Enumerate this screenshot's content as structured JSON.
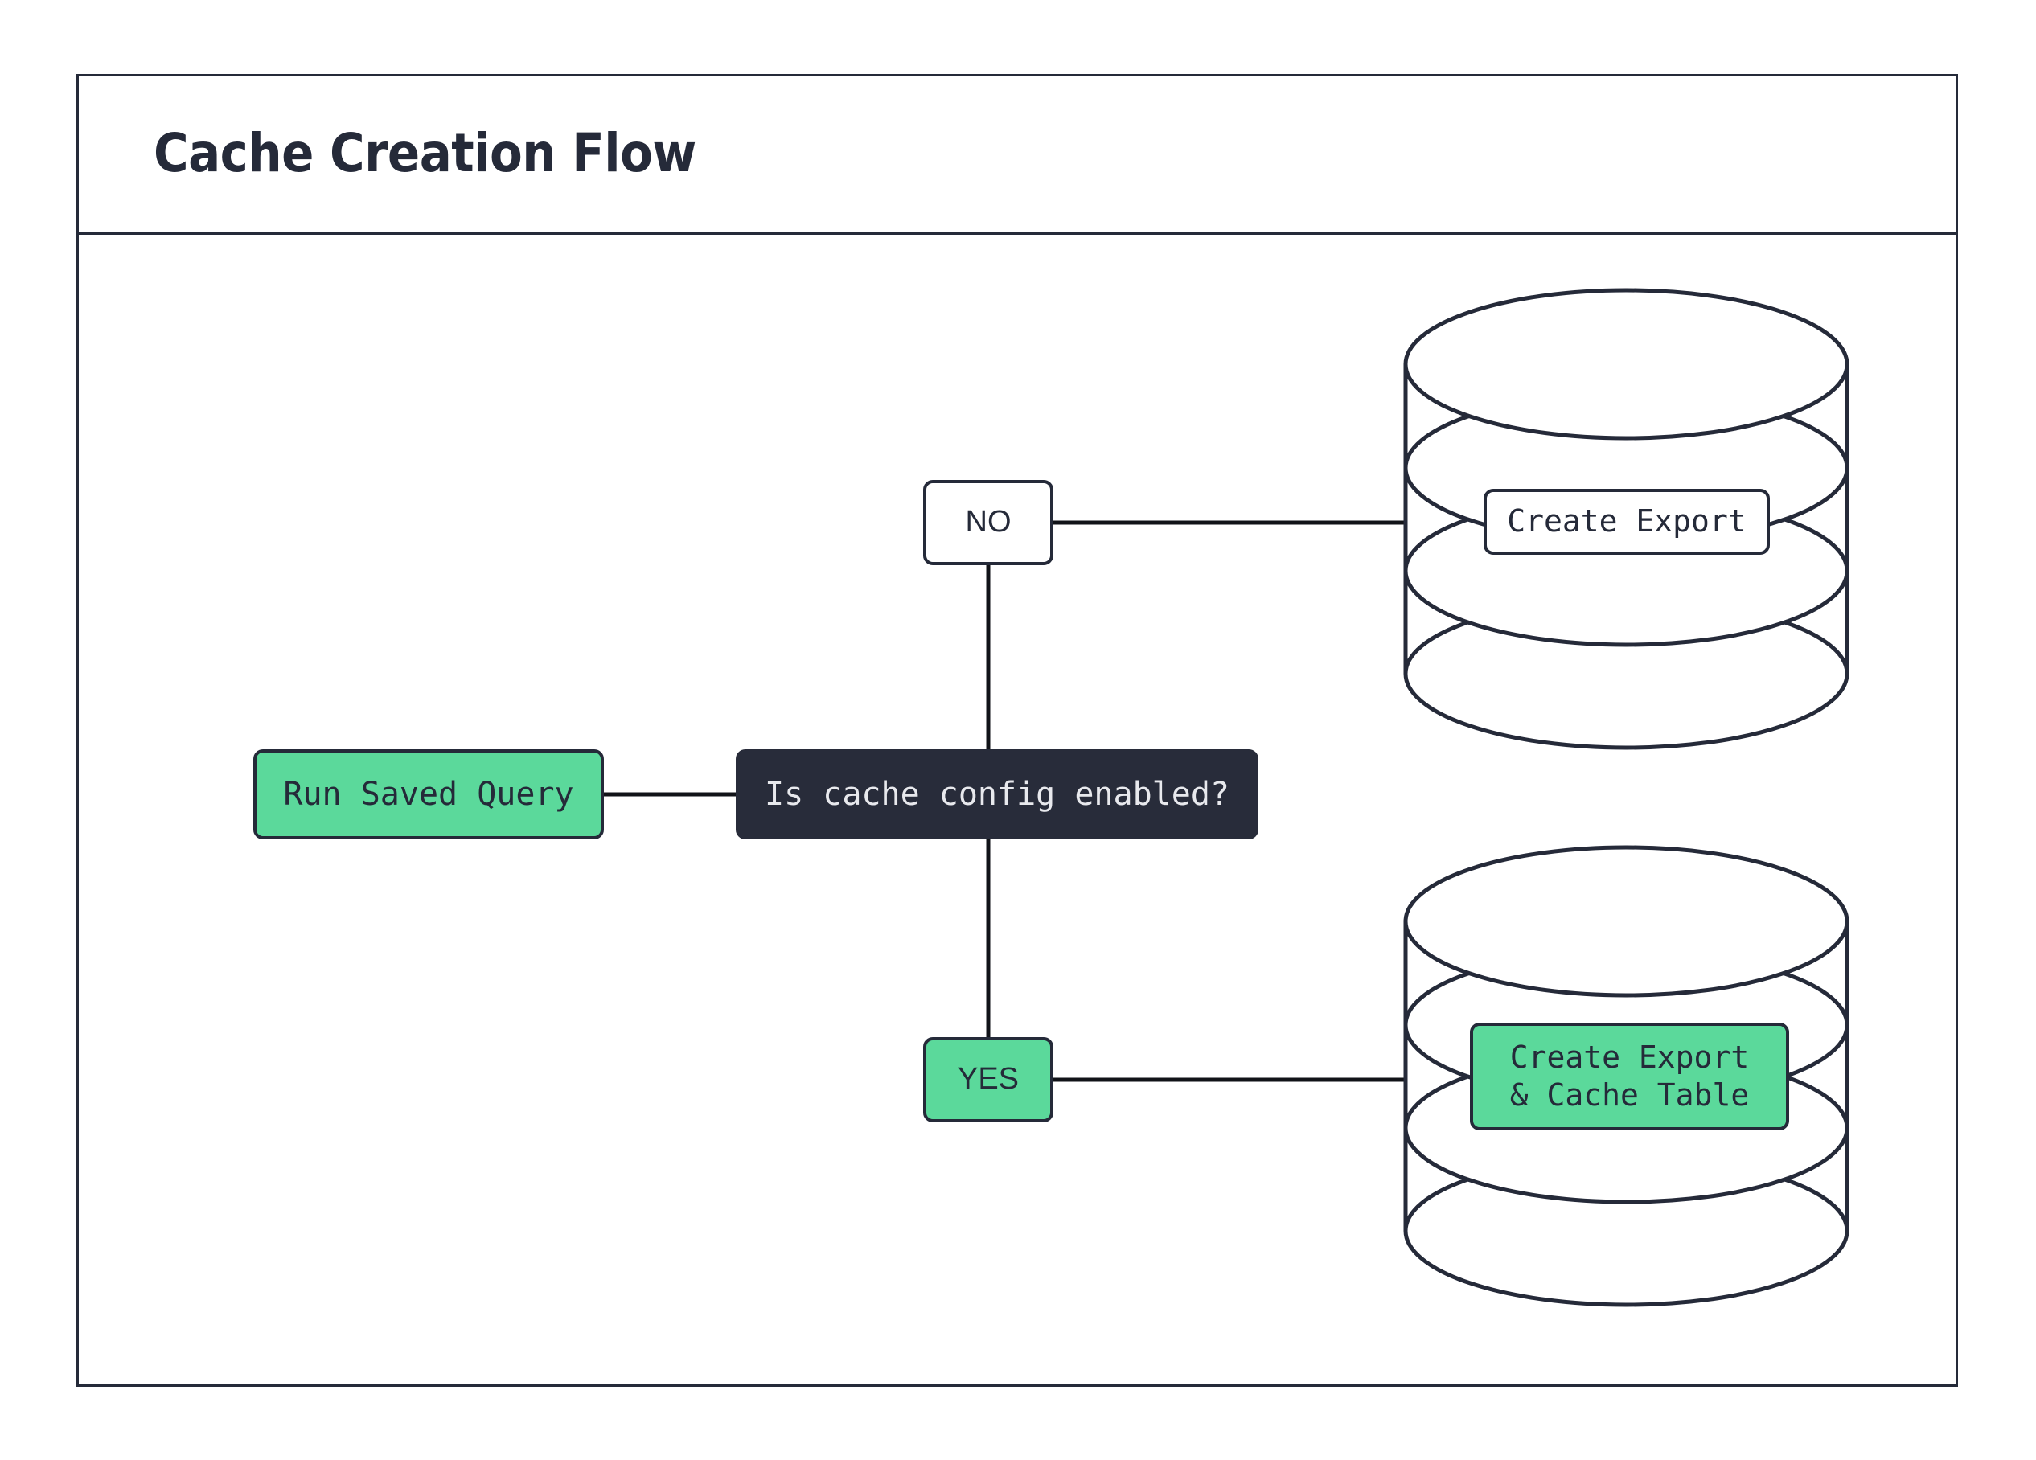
{
  "frame": {
    "title": "Cache Creation Flow"
  },
  "palette": {
    "ink": "#252A39",
    "node_dark_fill": "#282C3A",
    "node_dark_text": "#E8E9ED",
    "accent_green": "#5BD99B",
    "page_background": "#FFFFFF"
  },
  "nodes": {
    "run_saved_query": {
      "label": "Run Saved Query",
      "shape": "rounded-rect",
      "style": "green"
    },
    "decision": {
      "label": "Is cache config enabled?",
      "shape": "rounded-rect",
      "style": "dark"
    },
    "branch_no": {
      "label": "NO",
      "shape": "rounded-rect",
      "style": "white"
    },
    "branch_yes": {
      "label": "YES",
      "shape": "rounded-rect",
      "style": "green"
    },
    "create_export": {
      "label": "Create Export",
      "shape": "rounded-rect",
      "style": "white",
      "container": "database-cylinder"
    },
    "create_export_cache_table": {
      "label": "Create Export\n& Cache Table",
      "shape": "rounded-rect",
      "style": "green",
      "container": "database-cylinder"
    }
  },
  "cylinders": {
    "top": {
      "name": "database-cylinder-export",
      "layers": 4
    },
    "bottom": {
      "name": "database-cylinder-cache",
      "layers": 4
    }
  },
  "edges": [
    {
      "from": "run_saved_query",
      "to": "decision",
      "label": ""
    },
    {
      "from": "decision",
      "to": "branch_no",
      "label": ""
    },
    {
      "from": "decision",
      "to": "branch_yes",
      "label": ""
    },
    {
      "from": "branch_no",
      "to": "create_export",
      "label": ""
    },
    {
      "from": "branch_yes",
      "to": "create_export_cache_table",
      "label": ""
    }
  ]
}
